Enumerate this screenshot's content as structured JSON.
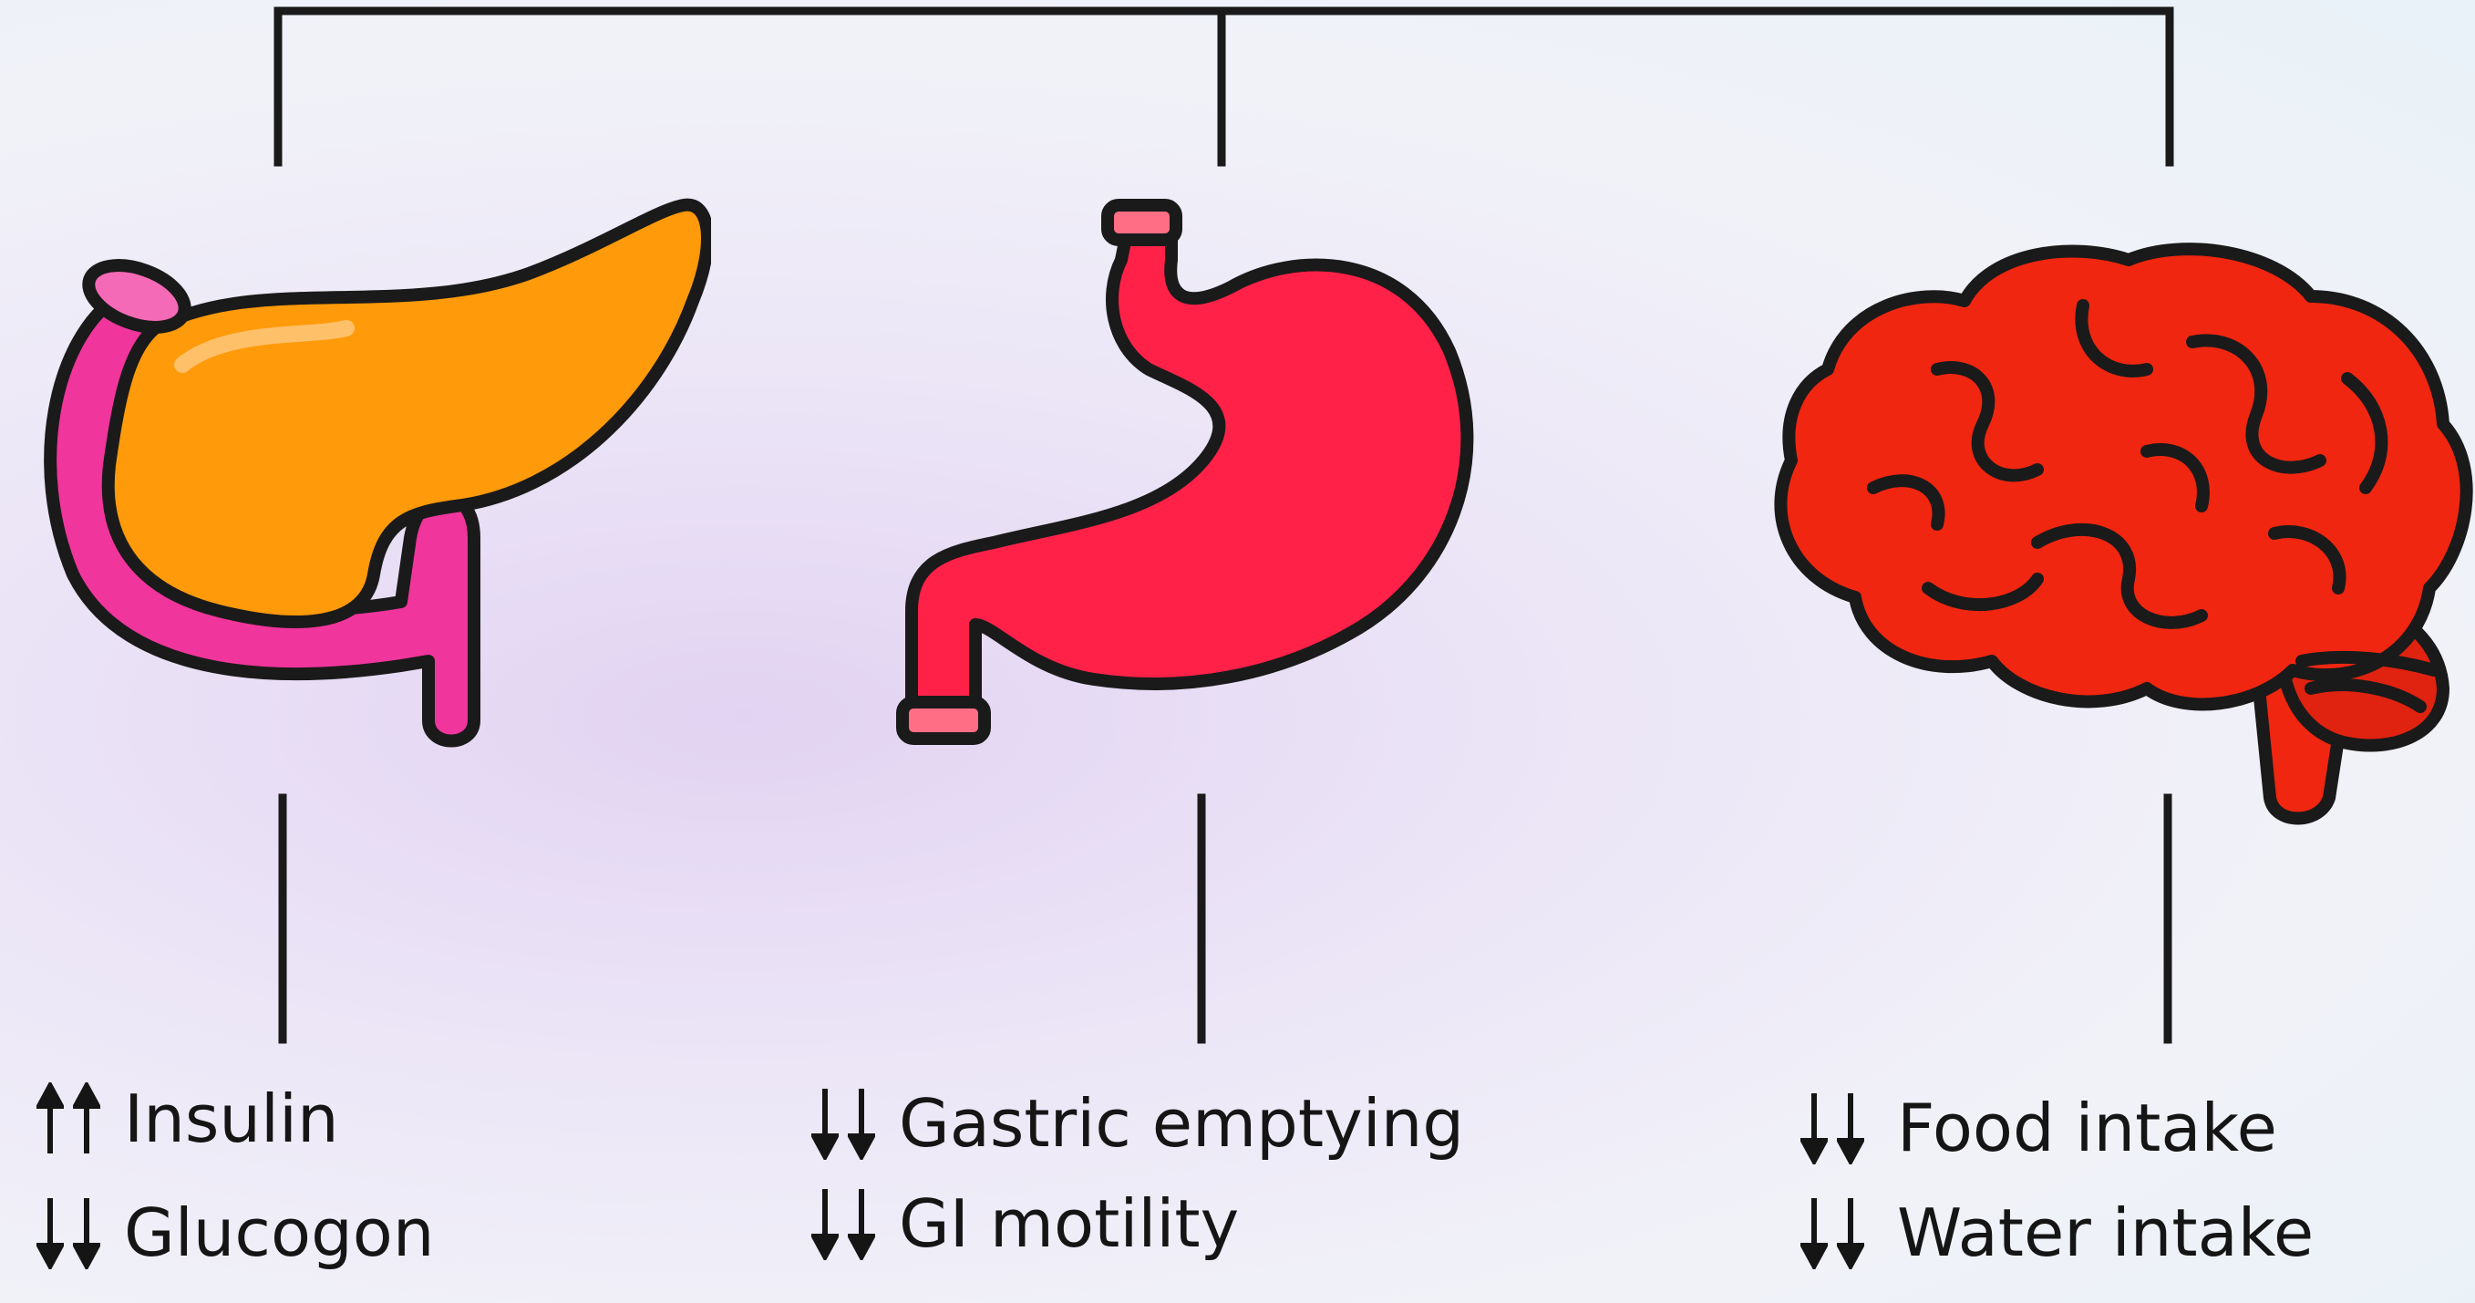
{
  "organs": [
    {
      "name": "pancreas",
      "effects": [
        {
          "direction": "up",
          "label": "Insulin"
        },
        {
          "direction": "down",
          "label": "Glucogon"
        }
      ]
    },
    {
      "name": "stomach",
      "effects": [
        {
          "direction": "down",
          "label": "Gastric emptying"
        },
        {
          "direction": "down",
          "label": "GI motility"
        }
      ]
    },
    {
      "name": "brain",
      "effects": [
        {
          "direction": "down",
          "label": "Food intake"
        },
        {
          "direction": "down",
          "label": "Water intake"
        }
      ]
    }
  ],
  "colors": {
    "line": "#1a1a1a",
    "pancreas_body": "#ff9a0a",
    "pancreas_duct": "#f0359c",
    "stomach": "#ff2148",
    "brain": "#f02610"
  }
}
